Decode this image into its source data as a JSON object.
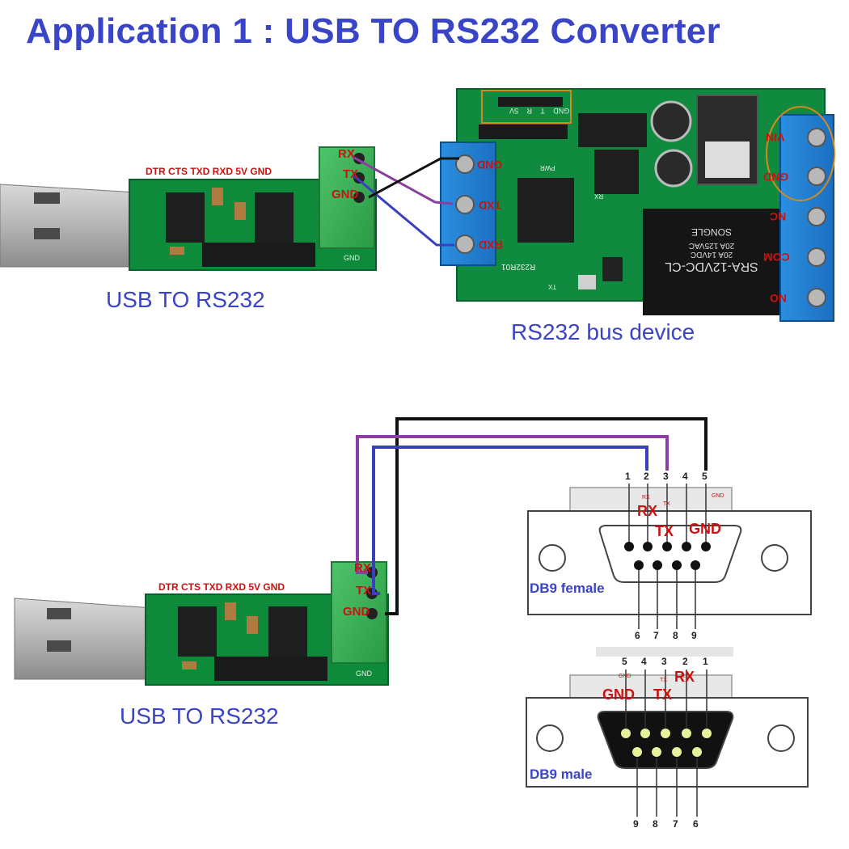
{
  "title": "Application 1 : USB TO RS232 Converter",
  "converter": {
    "pin_labels": "DTR CTS TXD RXD 5V GND",
    "terminal": [
      "RX",
      "TX",
      "GND"
    ],
    "board_gnd": "GND",
    "caption": "USB TO RS232"
  },
  "device": {
    "caption": "RS232 bus device",
    "left_terminal": [
      "GND",
      "TXD",
      "RXD"
    ],
    "right_terminal": [
      "VIN",
      "GND",
      "NC",
      "COM",
      "NO"
    ],
    "header_pins": [
      "5V",
      "R",
      "T",
      "GND"
    ],
    "relay_text": [
      "SRA-12VDC-CL",
      "20A 14VDC",
      "20A 125VAC",
      "SONGLE"
    ],
    "board_text": [
      "R232R01",
      "PWR",
      "RX",
      "TX"
    ]
  },
  "db9_female": {
    "label": "DB9 female",
    "top_pins": [
      "1",
      "2",
      "3",
      "4",
      "5"
    ],
    "bottom_pins": [
      "6",
      "7",
      "8",
      "9"
    ],
    "signals": [
      "RX",
      "TX",
      "GND"
    ],
    "small": [
      "RX",
      "TX",
      "GND"
    ]
  },
  "db9_male": {
    "label": "DB9 male",
    "top_pins": [
      "5",
      "4",
      "3",
      "2",
      "1"
    ],
    "bottom_pins": [
      "9",
      "8",
      "7",
      "6"
    ],
    "signals": [
      "GND",
      "TX",
      "RX"
    ],
    "small": [
      "GND",
      "TX",
      "RX"
    ]
  },
  "wire_colors": {
    "rx": "#8a3fa0",
    "tx": "#3a3fbf",
    "gnd": "#111111"
  }
}
